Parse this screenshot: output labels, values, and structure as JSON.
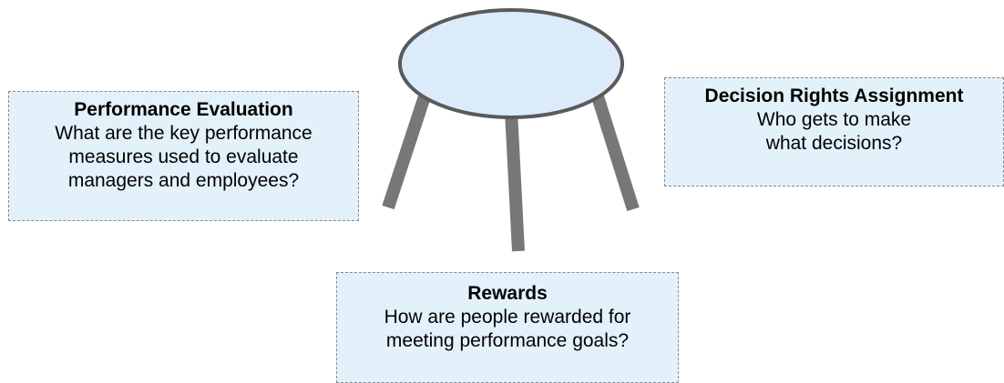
{
  "performance_evaluation": {
    "title": "Performance Evaluation",
    "lines": [
      "What are the key performance",
      "measures used to evaluate",
      "managers and employees?"
    ]
  },
  "decision_rights": {
    "title": "Decision Rights Assignment",
    "lines": [
      "Who gets to make",
      "what decisions?"
    ]
  },
  "rewards": {
    "title": "Rewards",
    "lines": [
      "How are people rewarded for",
      "meeting performance goals?"
    ]
  },
  "colors": {
    "box_fill": "#e3f1fb",
    "box_border": "#8a8a8a",
    "stool_seat_fill": "#dcebfa",
    "stool_seat_stroke": "#5a5a5a",
    "stool_leg": "#777777"
  }
}
